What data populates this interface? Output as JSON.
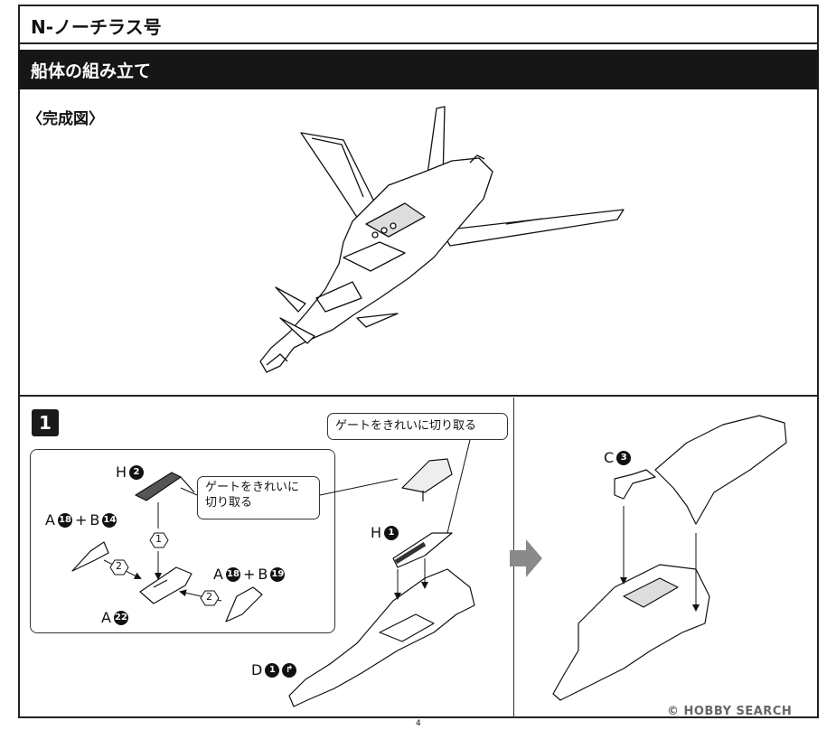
{
  "header": {
    "title": "N-ノーチラス号"
  },
  "section": {
    "title": "船体の組み立て"
  },
  "complete_view": {
    "label": "〈完成図〉"
  },
  "step1": {
    "number": "1",
    "callout_top": "ゲートをきれいに切り取る",
    "callout_inset_line1": "ゲートをきれいに",
    "callout_inset_line2": "切り取る",
    "inset": {
      "h2": {
        "letter": "H",
        "num": "2"
      },
      "a18b14": {
        "a": "A",
        "a_num": "18",
        "plus": "+",
        "b": "B",
        "b_num": "14"
      },
      "a18b19": {
        "a": "A",
        "a_num": "18",
        "plus": "+",
        "b": "B",
        "b_num": "19"
      },
      "a22": {
        "letter": "A",
        "num": "22"
      },
      "order1": "1",
      "order2a": "2",
      "order2b": "2"
    },
    "h1": {
      "letter": "H",
      "num": "1"
    },
    "d1": {
      "letter": "D",
      "num": "1"
    },
    "c3": {
      "letter": "C",
      "num": "3"
    }
  },
  "footer": {
    "page": "4",
    "watermark": "© HOBBY SEARCH"
  },
  "colors": {
    "ink": "#111111",
    "section_bg": "#161616",
    "next_arrow": "#8a8a8a"
  }
}
